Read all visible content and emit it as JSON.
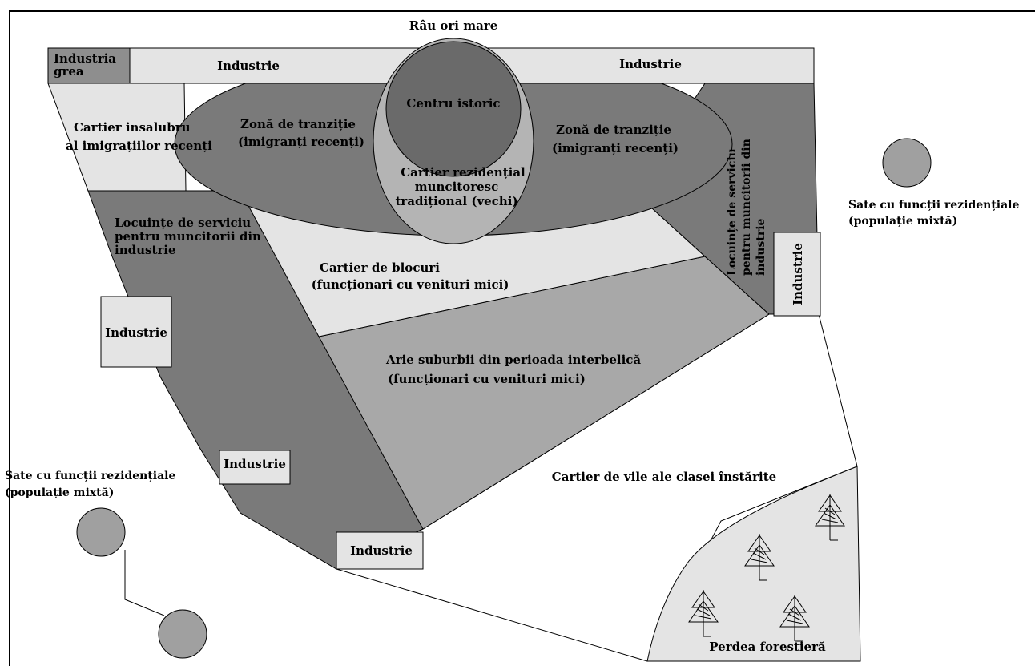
{
  "title": "Râu ori mare",
  "colors": {
    "background": "#ffffff",
    "frame": "#000000",
    "dark": "#7a7a7a",
    "medium": "#a8a8a8",
    "light": "#e4e4e4",
    "historic_center": "#6a6a6a",
    "inner_ring": "#b4b4b4"
  },
  "zones": {
    "industria_grea": [
      "Industria",
      "grea"
    ],
    "industrie_top_left": "Industrie",
    "industrie_top_right": "Industrie",
    "centru_istoric": "Centru istoric",
    "cartier_rezidential": [
      "Cartier rezidențial",
      "muncitoresc",
      "tradițional (vechi)"
    ],
    "tranzitie_left": [
      "Zonă de tranziție",
      "(imigranți recenți)"
    ],
    "tranzitie_right": [
      "Zonă de tranziție",
      "(imigranți recenți)"
    ],
    "cartier_insalubru": [
      "Cartier insalubru",
      "al imigrațiilor recenți"
    ],
    "locuinte_left": [
      "Locuințe de serviciu",
      "pentru muncitorii din",
      "industrie"
    ],
    "locuinte_right": [
      "Locuințe de serviciu",
      "pentru muncitorii din",
      "industrie"
    ],
    "industrie_right_vertical": "Industrie",
    "cartier_blocuri": [
      "Cartier de blocuri",
      "(funcționari cu venituri mici)"
    ],
    "industrie_left_box": "Industrie",
    "arie_suburbii": [
      "Arie suburbii din perioada interbelică",
      "(funcționari cu venituri mici)"
    ],
    "industrie_lower_left": "Industrie",
    "industrie_bottom": "Industrie",
    "cartier_vile": "Cartier de vile ale clasei înstărite",
    "perdea_forestiera": "Perdea forestieră",
    "sate_right": [
      "Sate cu funcții rezidențiale",
      "(populație mixtă)"
    ],
    "sate_left": [
      "Sate cu funcții rezidențiale",
      "(populație mixtă)"
    ]
  },
  "icons": [
    "tree-icon",
    "tree-icon",
    "tree-icon",
    "tree-icon"
  ]
}
